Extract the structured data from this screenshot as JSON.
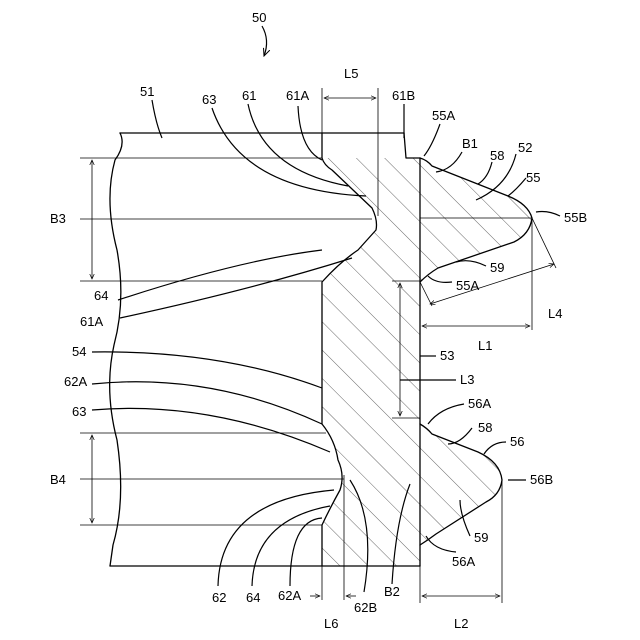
{
  "figure_number": "50",
  "labels": {
    "l51": "51",
    "l52": "52",
    "l53": "53",
    "l54": "54",
    "l55": "55",
    "l55a_top": "55A",
    "l55a_bottom": "55A",
    "l55b": "55B",
    "l56": "56",
    "l56a_top": "56A",
    "l56a_bottom": "56A",
    "l56b": "56B",
    "l58_top": "58",
    "l58_bottom": "58",
    "l59_top": "59",
    "l59_bottom": "59",
    "l61": "61",
    "l61a_top": "61A",
    "l61a_left": "61A",
    "l61b": "61B",
    "l62": "62",
    "l62a_left": "62A",
    "l62a_bottom": "62A",
    "l62b": "62B",
    "l63_top": "63",
    "l63_left": "63",
    "l64_left": "64",
    "l64_bottom": "64",
    "lB1": "B1",
    "lB2": "B2",
    "lB3": "B3",
    "lB4": "B4",
    "lL1": "L1",
    "lL2": "L2",
    "lL3": "L3",
    "lL4": "L4",
    "lL5": "L5",
    "lL6": "L6"
  }
}
